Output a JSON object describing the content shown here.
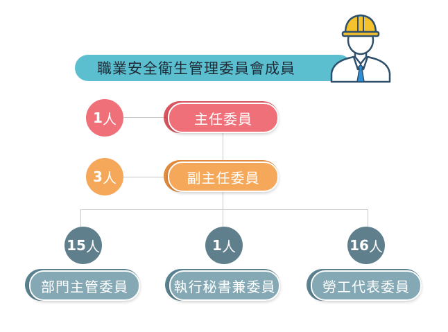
{
  "title": "職業安全衛生管理委員會成員",
  "colors": {
    "teal": "#5bbfcf",
    "red": "#f0707a",
    "red_dark": "#d9545f",
    "orange": "#f6a85a",
    "orange_dark": "#e28b3c",
    "slate": "#84a8b4",
    "slate_dark": "#5b8290",
    "circle_slate": "#5f7f8c",
    "line": "#c8c8c8"
  },
  "roles": [
    {
      "id": "chair",
      "label": "主任委員",
      "count": "1",
      "unit": "人"
    },
    {
      "id": "vice_chair",
      "label": "副主任委員",
      "count": "3",
      "unit": "人"
    },
    {
      "id": "dept_heads",
      "label": "部門主管委員",
      "count": "15",
      "unit": "人"
    },
    {
      "id": "exec_secretary",
      "label": "執行秘書兼委員",
      "count": "1",
      "unit": "人"
    },
    {
      "id": "labor_reps",
      "label": "勞工代表委員",
      "count": "16",
      "unit": "人"
    }
  ],
  "icons": {
    "worker": "construction-worker-icon"
  }
}
